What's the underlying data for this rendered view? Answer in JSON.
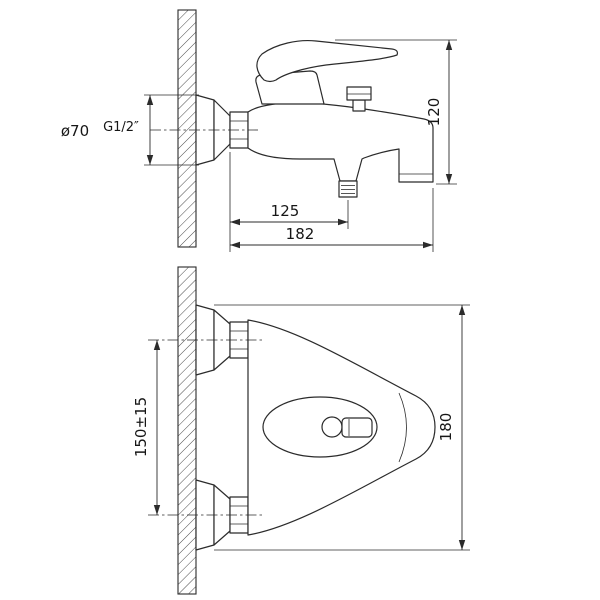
{
  "drawing": {
    "side_view": {
      "dims": {
        "diameter": "ø70",
        "thread": "G1/2″",
        "height": "120",
        "shower_offset": "125",
        "reach": "182"
      }
    },
    "plan_view": {
      "dims": {
        "centers": "150±15",
        "width": "180"
      }
    }
  }
}
